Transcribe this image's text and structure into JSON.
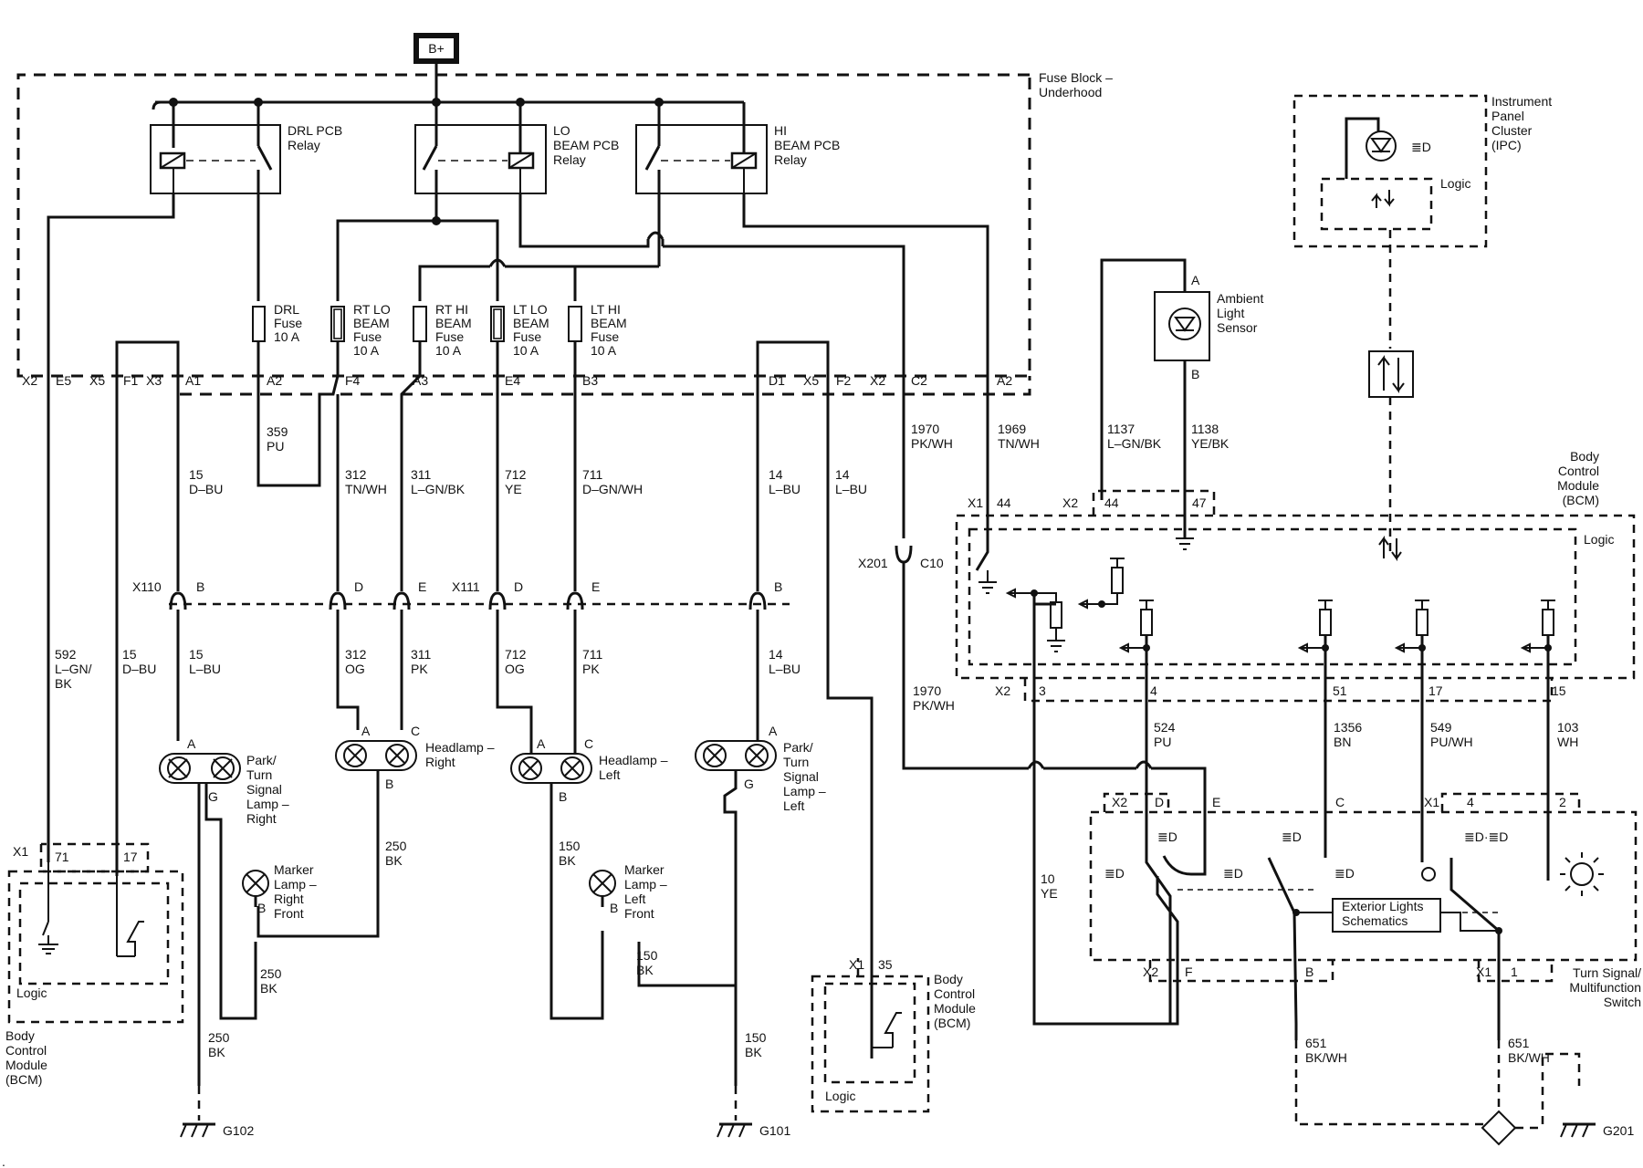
{
  "power": "B+",
  "fuse_block": {
    "title_l1": "Fuse Block –",
    "title_l2": "Underhood",
    "relays": [
      {
        "l1": "DRL PCB",
        "l2": "Relay",
        "l3": ""
      },
      {
        "l1": "LO",
        "l2": "BEAM PCB",
        "l3": "Relay"
      },
      {
        "l1": "HI",
        "l2": "BEAM PCB",
        "l3": "Relay"
      }
    ],
    "fuses": [
      {
        "l1": "DRL",
        "l2": "Fuse",
        "l3": "10 A",
        "l4": ""
      },
      {
        "l1": "RT LO",
        "l2": "BEAM",
        "l3": "Fuse",
        "l4": "10 A"
      },
      {
        "l1": "RT HI",
        "l2": "BEAM",
        "l3": "Fuse",
        "l4": "10 A"
      },
      {
        "l1": "LT LO",
        "l2": "BEAM",
        "l3": "Fuse",
        "l4": "10 A"
      },
      {
        "l1": "LT HI",
        "l2": "BEAM",
        "l3": "Fuse",
        "l4": "10 A"
      }
    ],
    "terminals": [
      "X2",
      "E5",
      "X5",
      "F1",
      "X3",
      "A1",
      "A2",
      "F4",
      "A3",
      "E4",
      "B3",
      "D1",
      "X5",
      "F2",
      "X2",
      "C2",
      "A2"
    ]
  },
  "wires": [
    {
      "num": "359",
      "color": "PU"
    },
    {
      "num": "15",
      "color": "D–BU"
    },
    {
      "num": "312",
      "color": "TN/WH"
    },
    {
      "num": "311",
      "color": "L–GN/BK"
    },
    {
      "num": "712",
      "color": "YE"
    },
    {
      "num": "711",
      "color": "D–GN/WH"
    },
    {
      "num": "14",
      "color": "L–BU"
    },
    {
      "num": "14",
      "color": "L–BU"
    },
    {
      "num": "1970",
      "color": "PK/WH"
    },
    {
      "num": "1969",
      "color": "TN/WH"
    },
    {
      "num": "1137",
      "color": "L–GN/BK"
    },
    {
      "num": "1138",
      "color": "YE/BK"
    },
    {
      "num": "592",
      "color": "L–GN/",
      "color2": "BK"
    },
    {
      "num": "15",
      "color": "D–BU"
    },
    {
      "num": "15",
      "color": "L–BU"
    },
    {
      "num": "312",
      "color": "OG"
    },
    {
      "num": "311",
      "color": "PK"
    },
    {
      "num": "712",
      "color": "OG"
    },
    {
      "num": "711",
      "color": "PK"
    },
    {
      "num": "14",
      "color": "L–BU"
    },
    {
      "num": "1970",
      "color": "PK/WH"
    },
    {
      "num": "524",
      "color": "PU"
    },
    {
      "num": "1356",
      "color": "BN"
    },
    {
      "num": "549",
      "color": "PU/WH"
    },
    {
      "num": "103",
      "color": "WH"
    },
    {
      "num": "250",
      "color": "BK"
    },
    {
      "num": "150",
      "color": "BK"
    },
    {
      "num": "250",
      "color": "BK"
    },
    {
      "num": "150",
      "color": "BK"
    },
    {
      "num": "250",
      "color": "BK"
    },
    {
      "num": "150",
      "color": "BK"
    },
    {
      "num": "10",
      "color": "YE"
    },
    {
      "num": "651",
      "color": "BK/WH"
    },
    {
      "num": "651",
      "color": "BK/WH"
    }
  ],
  "connectors": {
    "x110": "X110",
    "x111": "X111",
    "x201": "X201",
    "c10": "C10",
    "pins": [
      "B",
      "D",
      "E",
      "D",
      "E",
      "B"
    ]
  },
  "lamps": {
    "park_right": {
      "l1": "Park/",
      "l2": "Turn",
      "l3": "Signal",
      "l4": "Lamp –",
      "l5": "Right"
    },
    "head_right": {
      "l1": "Headlamp –",
      "l2": "Right"
    },
    "head_left": {
      "l1": "Headlamp –",
      "l2": "Left"
    },
    "park_left": {
      "l1": "Park/",
      "l2": "Turn",
      "l3": "Signal",
      "l4": "Lamp –",
      "l5": "Left"
    },
    "marker_right": {
      "l1": "Marker",
      "l2": "Lamp –",
      "l3": "Right",
      "l4": "Front"
    },
    "marker_left": {
      "l1": "Marker",
      "l2": "Lamp –",
      "l3": "Left",
      "l4": "Front"
    },
    "pins": {
      "a": "A",
      "b": "B",
      "c": "C",
      "g": "G"
    }
  },
  "sensor": {
    "l1": "Ambient",
    "l2": "Light",
    "l3": "Sensor",
    "pin_a": "A",
    "pin_b": "B"
  },
  "ipc": {
    "l1": "Instrument",
    "l2": "Panel",
    "l3": "Cluster",
    "l4": "(IPC)",
    "logic": "Logic"
  },
  "bcm": {
    "l1": "Body",
    "l2": "Control",
    "l3": "Module",
    "l4": "(BCM)",
    "logic": "Logic",
    "top_pins": [
      "X1",
      "44",
      "X2",
      "44",
      "47"
    ],
    "bottom_pins": [
      "X2",
      "3",
      "4",
      "51",
      "17",
      "15"
    ],
    "left_pins": [
      "X1",
      "71",
      "17"
    ],
    "mid_pins": [
      "X1",
      "35"
    ]
  },
  "switch": {
    "l1": "Turn Signal/",
    "l2": "Multifunction",
    "l3": "Switch",
    "top_pins": [
      "X2",
      "D",
      "E",
      "C",
      "X1",
      "4",
      "2"
    ],
    "bottom_pins": [
      "X2",
      "F",
      "B",
      "X1",
      "1"
    ],
    "schem_l1": "Exterior Lights",
    "schem_l2": "Schematics"
  },
  "grounds": [
    "G102",
    "G101",
    "G201"
  ]
}
